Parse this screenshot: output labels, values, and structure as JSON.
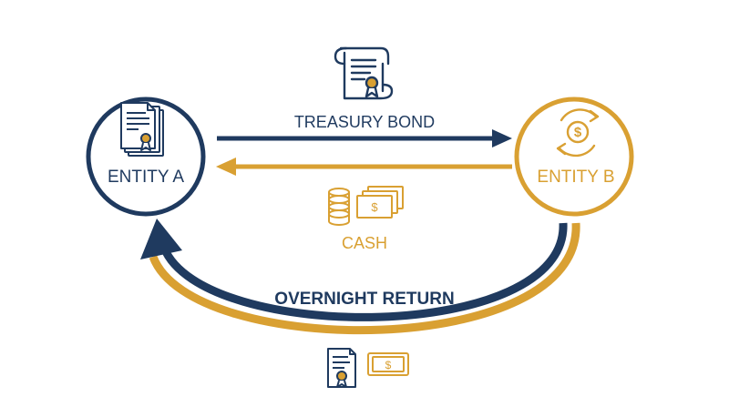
{
  "colors": {
    "navy": "#1f3a5f",
    "gold": "#d9a032",
    "background": "#ffffff"
  },
  "entity_a": {
    "label": "ENTITY A",
    "icon": "certificate-document-icon"
  },
  "entity_b": {
    "label": "ENTITY B",
    "icon": "currency-exchange-icon"
  },
  "flows": {
    "bond": {
      "label": "TREASURY BOND",
      "icon": "bond-certificate-icon"
    },
    "cash": {
      "label": "CASH",
      "icon": "cash-stack-icon"
    },
    "return": {
      "label": "OVERNIGHT RETURN",
      "icons": [
        "bond-certificate-icon",
        "banknote-icon"
      ]
    }
  }
}
